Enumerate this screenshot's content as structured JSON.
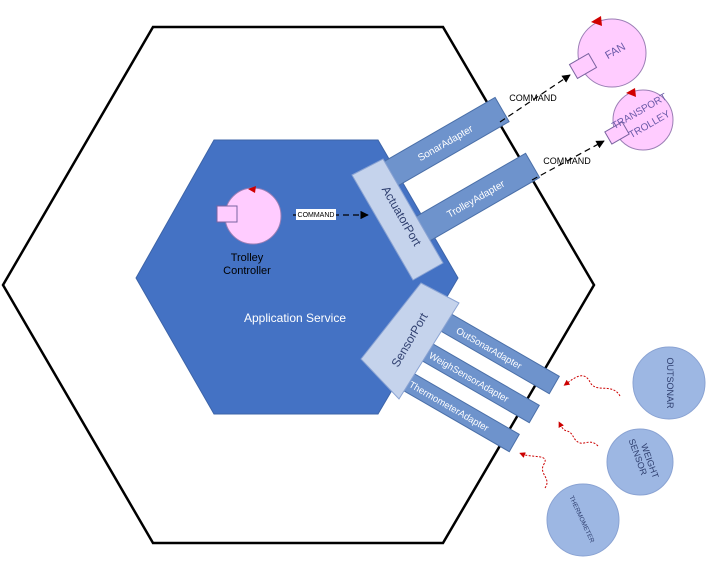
{
  "colors": {
    "inner_hexagon": "#4472c4",
    "port": "#c5d3ec",
    "adapter": "#6e93cc",
    "actuator": "#ffccff",
    "sensor": "#9db7e3",
    "wave": "#cc0000"
  },
  "application": {
    "title": "Application Service",
    "controller_line1": "Trolley",
    "controller_line2": "Controller",
    "command_label": "COMMAND"
  },
  "actuator_port": {
    "label": "ActuatorPort",
    "adapters": [
      "SonarAdapter",
      "TrolleyAdapter"
    ]
  },
  "sensor_port": {
    "label": "SensorPort",
    "adapters": [
      "OutSonarAdapter",
      "WeighSensorAdapter",
      "ThermometerAdapter"
    ]
  },
  "actuators": {
    "fan": "FAN",
    "trolley_line1": "TRANSPORT",
    "trolley_line2": "TROLLEY",
    "command_fan": "COMMAND",
    "command_trolley": "COMMAND"
  },
  "sensors": {
    "outsonar": "OUTSONAR",
    "weight_line1": "WEIGHT",
    "weight_line2": "SENSOR",
    "thermometer": "THERMOMETER"
  }
}
